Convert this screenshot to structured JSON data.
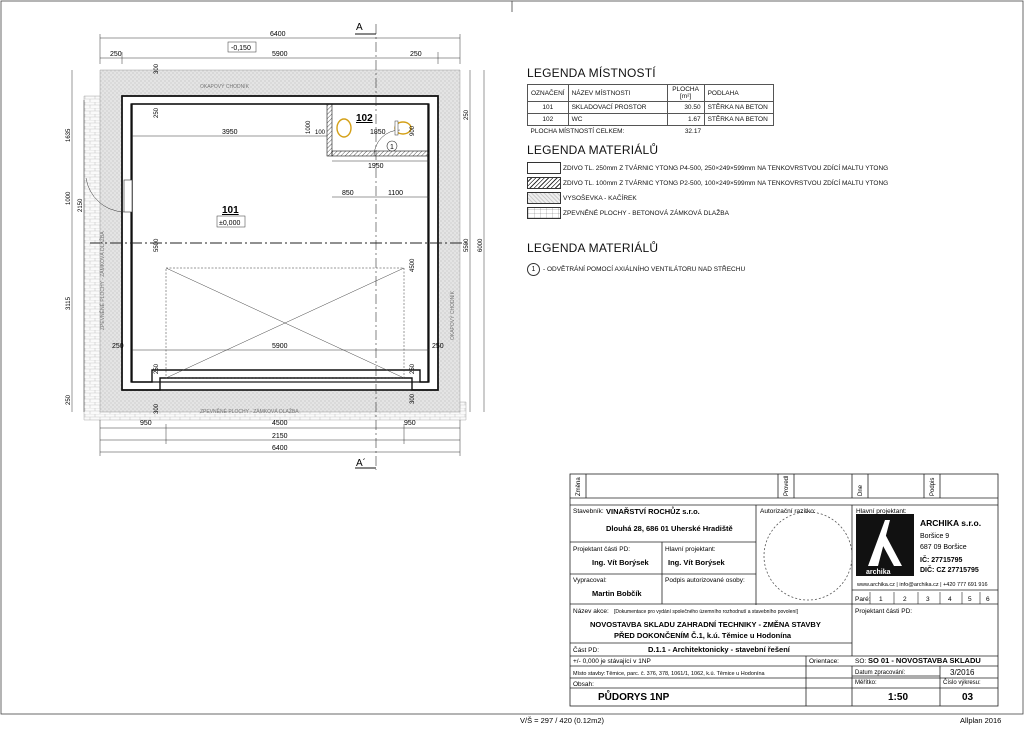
{
  "plan": {
    "dims": {
      "top_total": "6400",
      "top_left": "250",
      "top_mid": "5900",
      "top_right": "250",
      "level": "-0,150",
      "d300_top": "300",
      "d250_left_top": "250",
      "d3950": "3950",
      "d1000_wc": "1000",
      "d100_wc": "100",
      "d1850": "1850",
      "d900": "900",
      "d1950": "1950",
      "d850": "850",
      "d1100": "1100",
      "d5500_inner": "5500",
      "d4500_right": "4500",
      "d250_gate": "250",
      "d5900_gate": "5900",
      "d250_gate_r": "250",
      "d250_bottom_left": "250",
      "d250_bottom_right": "250",
      "d300_bottom_l": "300",
      "d300_bottom_r": "300",
      "d950_l": "950",
      "d4500_bottom": "4500",
      "d950_r": "950",
      "d2150_bottom": "2150",
      "d6400_bottom": "6400",
      "left_1635": "1635",
      "left_2150": "2150",
      "left_1000": "1000",
      "left_3115": "3115",
      "left_250": "250",
      "right_250": "250",
      "right_5500": "5500",
      "right_6000": "6000"
    },
    "section_top": "A",
    "section_bottom": "A´",
    "room101_no": "101",
    "room101_level": "±0,000",
    "room102_no": "102",
    "vent_marker": "1",
    "label_okapovy": "OKAPOVÝ CHODNÍK",
    "label_okapovy_right": "OKAPOVÝ CHODNÍK",
    "label_zpevnene_left": "ZPEVNĚNÉ PLOCHY - ZÁMKOVÁ DLAŽBA",
    "label_zpevnene_bottom": "ZPEVNĚNÉ PLOCHY - ZÁMKOVÁ DLAŽBA"
  },
  "legend_rooms": {
    "title": "LEGENDA MÍSTNOSTÍ",
    "headers": [
      "OZNAČENÍ",
      "NÁZEV MÍSTNOSTI",
      "PLOCHA [m²]",
      "PODLAHA"
    ],
    "rows": [
      [
        "101",
        "SKLADOVACÍ PROSTOR",
        "30.50",
        "STĚRKA NA BETON"
      ],
      [
        "102",
        "WC",
        "1.67",
        "STĚRKA NA BETON"
      ]
    ],
    "total_label": "PLOCHA MÍSTNOSTÍ CELKEM:",
    "total_value": "32.17"
  },
  "legend_materials": {
    "title": "LEGENDA MATERIÁLŮ",
    "items": [
      {
        "swatch": "plain",
        "text": "ZDIVO TL. 250mm Z TVÁRNIC YTONG P4-500, 250×249×599mm NA TENKOVRSTVOU ZDÍCÍ MALTU YTONG"
      },
      {
        "swatch": "hatch",
        "text": "ZDIVO TL. 100mm Z TVÁRNIC YTONG P2-500, 100×249×599mm NA TENKOVRSTVOU ZDÍCÍ MALTU YTONG"
      },
      {
        "swatch": "gravel",
        "text": "VYSOŠEVKA - KAČÍREK"
      },
      {
        "swatch": "paving",
        "text": "ZPEVNĚNÉ PLOCHY - BETONOVÁ ZÁMKOVÁ DLAŽBA"
      }
    ]
  },
  "legend_notes": {
    "title": "LEGENDA MATERIÁLŮ",
    "marker": "1",
    "text": "- ODVĚTRÁNÍ POMOCÍ AXIÁLNÍHO VENTILÁTORU NAD STŘECHU"
  },
  "revision": {
    "zmena": "Změna",
    "provedl": "Provedl",
    "dne": "Dne",
    "podpis": "Podpis"
  },
  "titleblock": {
    "stavebnik_label": "Stavebník:",
    "stavebnik_name": "VINAŘSTVÍ ROCHŮZ s.r.o.",
    "stavebnik_addr": "Dlouhá 28, 686 01 Uherské Hradiště",
    "autorizacni_label": "Autorizační razítko:",
    "hlavni_projektant_label": "Hlavní projektant:",
    "company_name": "ARCHIKA s.r.o.",
    "company_street": "Boršice 9",
    "company_city": "687 09 Boršice",
    "company_ic": "IČ: 27715795",
    "company_dic": "DIČ: CZ 27715795",
    "logo_text": "archika",
    "company_contact": "www.archika.cz | info@archika.cz | +420 777 691 916",
    "projektant_casti_label": "Projektant části PD:",
    "projektant_casti": "Ing. Vít Borýsek",
    "hlavni_projektant2_label": "Hlavní projektant:",
    "hlavni_projektant2": "Ing. Vít Borýsek",
    "vypracoval_label": "Vypracoval:",
    "vypracoval": "Martin Bobčík",
    "podpis_label": "Podpis autorizované osoby:",
    "pare_label": "Paré:",
    "pare_numbers": [
      "1",
      "2",
      "3",
      "4",
      "5",
      "6"
    ],
    "projektant_casti_pd_label": "Projektant části PD:",
    "nazev_akce_label": "Název akce:",
    "nazev_akce_note": "[Dokumentace pro vydání společného územního rozhodnutí a stavebního povolení]",
    "akce_line1": "NOVOSTAVBA SKLADU ZAHRADNÍ TECHNIKY - ZMĚNA STAVBY",
    "akce_line2": "PŘED DOKONČENÍM Č.1, k.ú. Těmice u Hodonína",
    "cast_pd_label": "Část PD:",
    "cast_pd": "D.1.1 - Architektonicky - stavební řešení",
    "orientace_label": "Orientace:",
    "so_label": "SO:",
    "so_value": "SO 01 - NOVOSTAVBA SKLADU",
    "level_note": "+/- 0,000 je stávající v 1NP",
    "datum_label": "Datum zpracování:",
    "datum": "3/2016",
    "misto_label": "Místo stavby:",
    "misto": "Těmice, parc. č. 376, 378, 1061/1, 1062, k.ú. Těmice u Hodonína",
    "meritko_label": "Měřítko:",
    "meritko": "1:50",
    "cislo_label": "Číslo výkresu:",
    "cislo": "03",
    "obsah_label": "Obsah:",
    "obsah": "PŮDORYS 1NP"
  },
  "footer": {
    "format": "V/Š = 297 / 420 (0.12m2)",
    "software": "Allplan 2016"
  }
}
